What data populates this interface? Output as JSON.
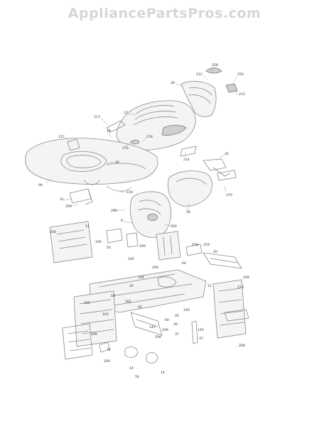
{
  "watermark": "AppliancePartsPros.com",
  "callouts": [
    "258",
    "212",
    "259",
    "28",
    "212",
    "17",
    "213",
    "217",
    "278",
    "276",
    "16",
    "214",
    "20",
    "36",
    "90",
    "159",
    "270",
    "31",
    "209",
    "280",
    "58",
    "9",
    "260",
    "11",
    "268",
    "166",
    "50",
    "209",
    "166",
    "158",
    "219",
    "20",
    "64",
    "209",
    "144",
    "26",
    "13",
    "209",
    "219",
    "142",
    "50",
    "162",
    "60",
    "146",
    "163",
    "26",
    "60",
    "209",
    "142",
    "26",
    "209",
    "37",
    "145",
    "37",
    "209",
    "268",
    "74",
    "209",
    "14",
    "56",
    "14"
  ],
  "colors": {
    "background": "#ffffff",
    "line": "#8a8a8a",
    "watermark": "#d6d6d6"
  }
}
